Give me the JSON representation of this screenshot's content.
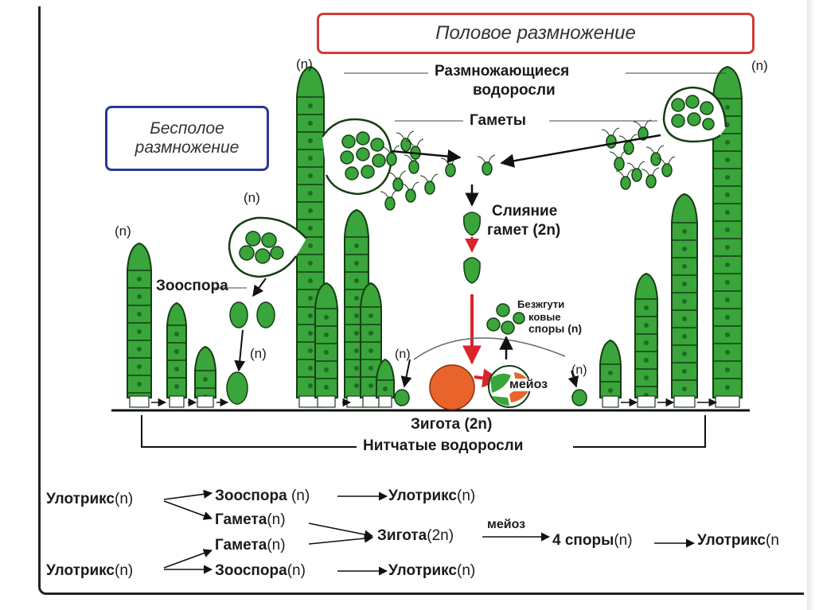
{
  "titles": {
    "sexual": "Половое размножение",
    "asexual_line1": "Бесполое",
    "asexual_line2": "размножение"
  },
  "labels": {
    "n": "(n)",
    "reproducing_line1": "Размножающиеся",
    "reproducing_line2": "водоросли",
    "gametes": "Гаметы",
    "fusion_line1": "Слияние",
    "fusion_line2": "гамет (2n)",
    "zoospore": "Зооспора",
    "flagellaless_line1": "Безжгути",
    "flagellaless_line2": "ковые",
    "flagellaless_line3": "споры (n)",
    "meiosis": "мейоз",
    "zygote": "Зигота (2n)",
    "filamentous": "Нитчатые водоросли"
  },
  "scheme": {
    "ulotrix_top": "Улотрикс",
    "ulotrix_bottom": "Улотрикс",
    "zoospore_top": "Зооспора",
    "zoospore_bottom": "Зооспора",
    "ulotrix_out_top": "Улотрикс",
    "ulotrix_out_bottom": "Улотрикс",
    "gamete_1": "Гамета",
    "gamete_2": "Гамета",
    "zygote": "Зигота",
    "meiosis": "мейоз",
    "spores": "4 споры",
    "ulotrix_final": "Улотрикс",
    "ploidy_n": "(n)",
    "ploidy_n2": "(n",
    "ploidy_2n": "(2n)"
  },
  "colors": {
    "cell_fill": "#39a53a",
    "cell_dark": "#1f6b22",
    "cell_stroke": "#163d16",
    "zygote": "#e8642a",
    "arrow_red": "#d9262c",
    "sexual_border": "#d23a3a",
    "asexual_border": "#2b3990"
  }
}
